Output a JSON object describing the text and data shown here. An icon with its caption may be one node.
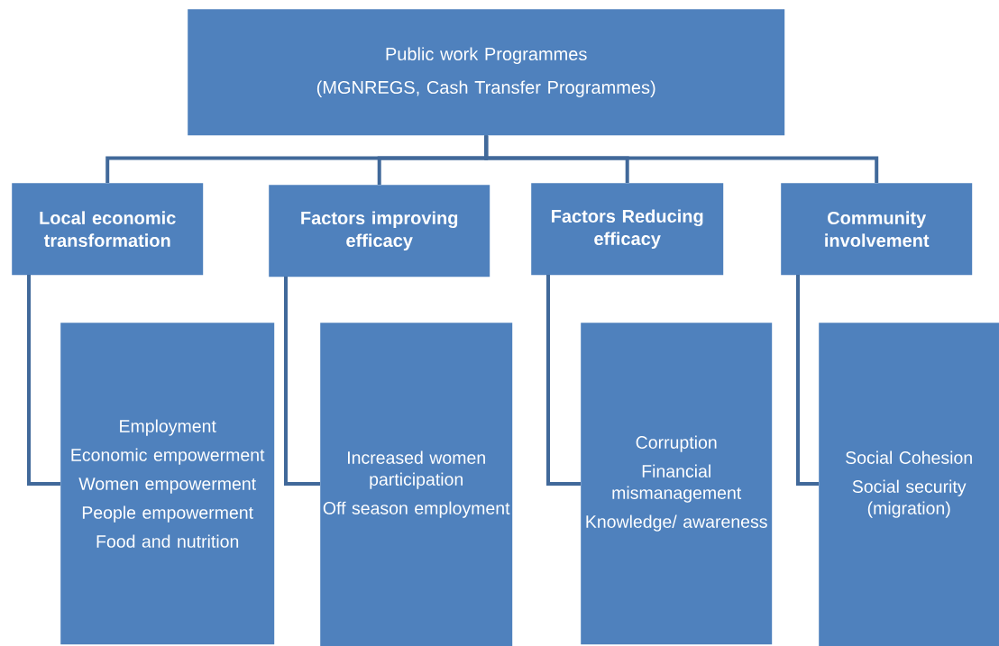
{
  "diagram": {
    "nodes": [
      {
        "text": [
          "Public work Programmes",
          "(MGNREGS, Cash Transfer Programmes)"
        ]
      },
      {
        "text": [
          "Local economic transformation"
        ]
      },
      {
        "text": [
          "Factors improving efficacy"
        ]
      },
      {
        "text": [
          "Factors Reducing efficacy"
        ]
      },
      {
        "text": [
          "Community involvement"
        ]
      },
      {
        "text": [
          "Employment",
          "Economic empowerment",
          "Women empowerment",
          "People empowerment",
          "Food and nutrition"
        ]
      },
      {
        "text": [
          "Increased women participation",
          "Off season employment"
        ]
      },
      {
        "text": [
          "Corruption",
          "Financial mismanagement",
          "Knowledge/ awareness"
        ]
      },
      {
        "text": [
          "Social Cohesion",
          "Social security (migration)"
        ]
      }
    ],
    "edges": [
      {
        "from": 0,
        "to": 1,
        "arrow": "none"
      },
      {
        "from": 0,
        "to": 2,
        "arrow": "none"
      },
      {
        "from": 0,
        "to": 3,
        "arrow": "none"
      },
      {
        "from": 0,
        "to": 4,
        "arrow": "none"
      },
      {
        "from": 1,
        "to": 5,
        "arrow": "none"
      },
      {
        "from": 2,
        "to": 6,
        "arrow": "none"
      },
      {
        "from": 3,
        "to": 7,
        "arrow": "none"
      },
      {
        "from": 4,
        "to": 8,
        "arrow": "none"
      }
    ]
  }
}
